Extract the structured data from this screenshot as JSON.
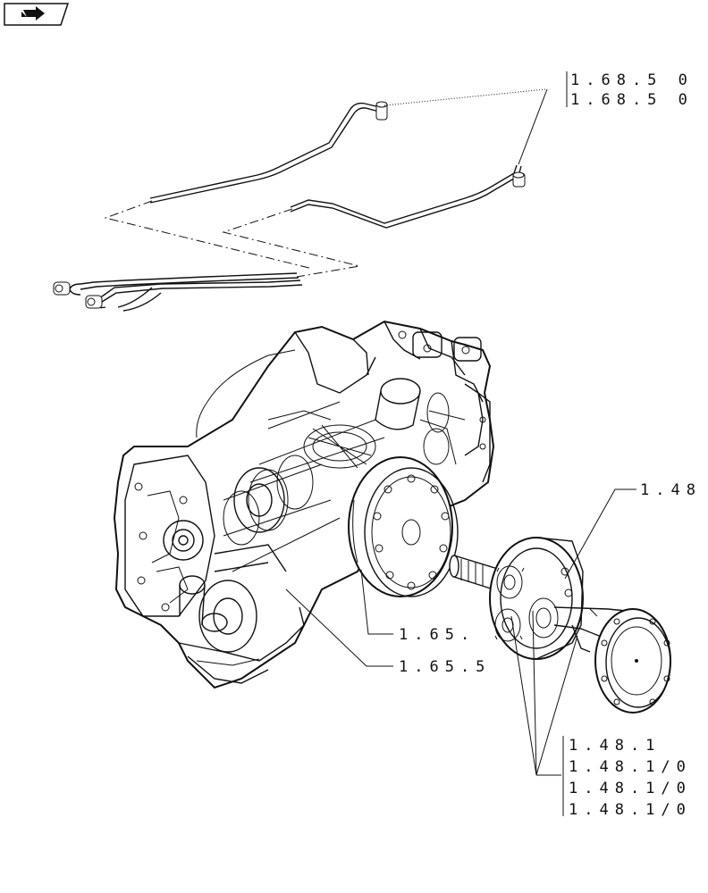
{
  "nav_button": {
    "icon": "arrow-right-icon"
  },
  "callouts": {
    "pipes": [
      "1.68.5 0",
      "1.68.5 0"
    ],
    "axle_assembly": "1.48",
    "upper_gear": "1.65.",
    "lower_gear": "1.65.5",
    "final_drive": [
      "1.48.1",
      "1.48.1/0",
      "1.48.1/0",
      "1.48.1/0"
    ]
  }
}
